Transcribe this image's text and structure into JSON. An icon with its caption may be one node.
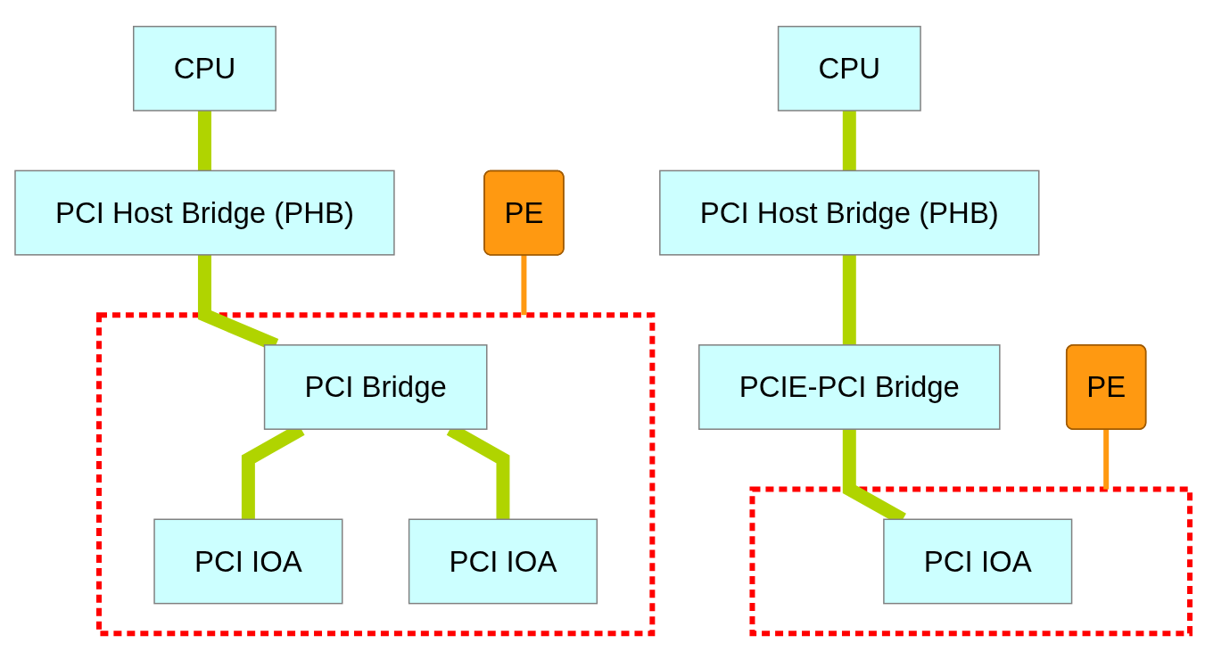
{
  "diagram": {
    "nodes": [
      {
        "text": [
          "CPU"
        ]
      },
      {
        "text": [
          "PCI Host Bridge (PHB)"
        ]
      },
      {
        "text": [],
        "shape": "box"
      },
      {
        "text": [
          "PCI Bridge"
        ],
        "in": 2
      },
      {
        "text": [
          "PCI IOA"
        ],
        "in": 2
      },
      {
        "text": [
          "PCI IOA"
        ],
        "in": 2
      },
      {
        "text": [
          "PE"
        ]
      },
      {
        "text": [
          "CPU"
        ]
      },
      {
        "text": [
          "PCI Host Bridge (PHB)"
        ]
      },
      {
        "text": [
          "PCIE-PCI Bridge"
        ]
      },
      {
        "text": [],
        "shape": "box"
      },
      {
        "text": [
          "PCI IOA"
        ],
        "in": 10
      },
      {
        "text": [
          "PE"
        ]
      }
    ],
    "edges": [
      {
        "from": 0,
        "to": 1,
        "arrow": "none"
      },
      {
        "from": 1,
        "to": 3,
        "arrow": "none"
      },
      {
        "from": 3,
        "to": 4,
        "arrow": "none"
      },
      {
        "from": 3,
        "to": 5,
        "arrow": "none"
      },
      {
        "from": 6,
        "to": 2,
        "arrow": "none",
        "color": "#ff9911"
      },
      {
        "from": 7,
        "to": 8,
        "arrow": "none"
      },
      {
        "from": 8,
        "to": 9,
        "arrow": "none"
      },
      {
        "from": 9,
        "to": 11,
        "arrow": "none"
      },
      {
        "from": 12,
        "to": 10,
        "arrow": "none",
        "color": "#ff9911"
      }
    ]
  }
}
